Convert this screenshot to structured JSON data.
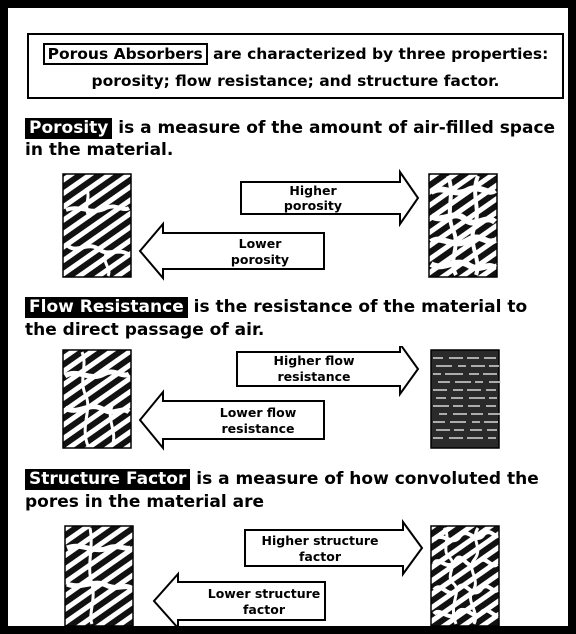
{
  "intro": {
    "term": "Porous Absorbers",
    "line1_rest": " are characterized by three properties:",
    "line2": "porosity; flow resistance; and structure factor."
  },
  "sections": [
    {
      "term": "Porosity",
      "desc_line1": " is a measure of the amount of air-filled space",
      "desc_line2": "in the material.",
      "higher": [
        "Higher",
        "porosity"
      ],
      "lower": [
        "Lower",
        "porosity"
      ]
    },
    {
      "term": "Flow Resistance",
      "desc_line1": " is the resistance of the material to",
      "desc_line2": "the direct passage of air.",
      "higher": [
        "Higher flow",
        "resistance"
      ],
      "lower": [
        "Lower flow",
        "resistance"
      ]
    },
    {
      "term": "Structure Factor",
      "desc_line1": " is a measure of how convoluted the",
      "desc_line2": "pores in the material are",
      "higher": [
        "Higher structure",
        "factor"
      ],
      "lower": [
        "Lower structure",
        "factor"
      ]
    }
  ]
}
